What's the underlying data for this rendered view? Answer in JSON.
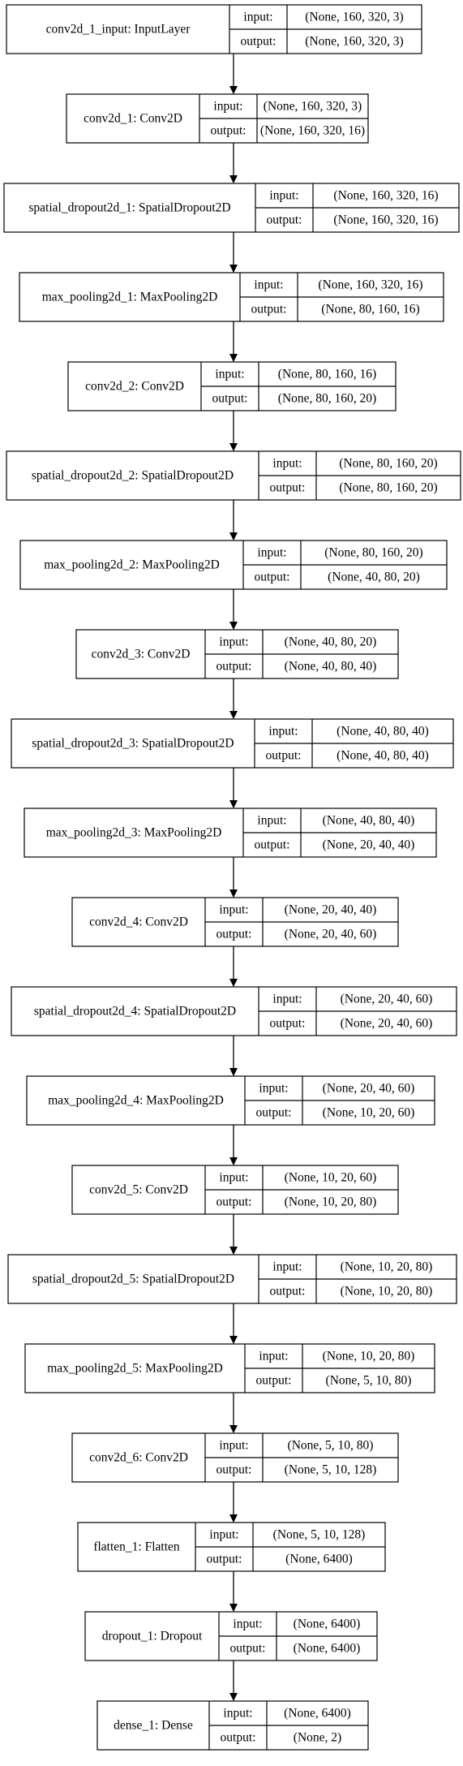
{
  "field_labels": {
    "input": "input:",
    "output": "output:"
  },
  "layers": [
    {
      "name": "conv2d_1_input: InputLayer",
      "input": "(None, 160, 320, 3)",
      "output": "(None, 160, 320, 3)"
    },
    {
      "name": "conv2d_1: Conv2D",
      "input": "(None, 160, 320, 3)",
      "output": "(None, 160, 320, 16)"
    },
    {
      "name": "spatial_dropout2d_1: SpatialDropout2D",
      "input": "(None, 160, 320, 16)",
      "output": "(None, 160, 320, 16)"
    },
    {
      "name": "max_pooling2d_1: MaxPooling2D",
      "input": "(None, 160, 320, 16)",
      "output": "(None, 80, 160, 16)"
    },
    {
      "name": "conv2d_2: Conv2D",
      "input": "(None, 80, 160, 16)",
      "output": "(None, 80, 160, 20)"
    },
    {
      "name": "spatial_dropout2d_2: SpatialDropout2D",
      "input": "(None, 80, 160, 20)",
      "output": "(None, 80, 160, 20)"
    },
    {
      "name": "max_pooling2d_2: MaxPooling2D",
      "input": "(None, 80, 160, 20)",
      "output": "(None, 40, 80, 20)"
    },
    {
      "name": "conv2d_3: Conv2D",
      "input": "(None, 40, 80, 20)",
      "output": "(None, 40, 80, 40)"
    },
    {
      "name": "spatial_dropout2d_3: SpatialDropout2D",
      "input": "(None, 40, 80, 40)",
      "output": "(None, 40, 80, 40)"
    },
    {
      "name": "max_pooling2d_3: MaxPooling2D",
      "input": "(None, 40, 80, 40)",
      "output": "(None, 20, 40, 40)"
    },
    {
      "name": "conv2d_4: Conv2D",
      "input": "(None, 20, 40, 40)",
      "output": "(None, 20, 40, 60)"
    },
    {
      "name": "spatial_dropout2d_4: SpatialDropout2D",
      "input": "(None, 20, 40, 60)",
      "output": "(None, 20, 40, 60)"
    },
    {
      "name": "max_pooling2d_4: MaxPooling2D",
      "input": "(None, 20, 40, 60)",
      "output": "(None, 10, 20, 60)"
    },
    {
      "name": "conv2d_5: Conv2D",
      "input": "(None, 10, 20, 60)",
      "output": "(None, 10, 20, 80)"
    },
    {
      "name": "spatial_dropout2d_5: SpatialDropout2D",
      "input": "(None, 10, 20, 80)",
      "output": "(None, 10, 20, 80)"
    },
    {
      "name": "max_pooling2d_5: MaxPooling2D",
      "input": "(None, 10, 20, 80)",
      "output": "(None, 5, 10, 80)"
    },
    {
      "name": "conv2d_6: Conv2D",
      "input": "(None, 5, 10, 80)",
      "output": "(None, 5, 10, 128)"
    },
    {
      "name": "flatten_1: Flatten",
      "input": "(None, 5, 10, 128)",
      "output": "(None, 6400)"
    },
    {
      "name": "dropout_1: Dropout",
      "input": "(None, 6400)",
      "output": "(None, 6400)"
    },
    {
      "name": "dense_1: Dense",
      "input": "(None, 6400)",
      "output": "(None, 2)"
    }
  ]
}
